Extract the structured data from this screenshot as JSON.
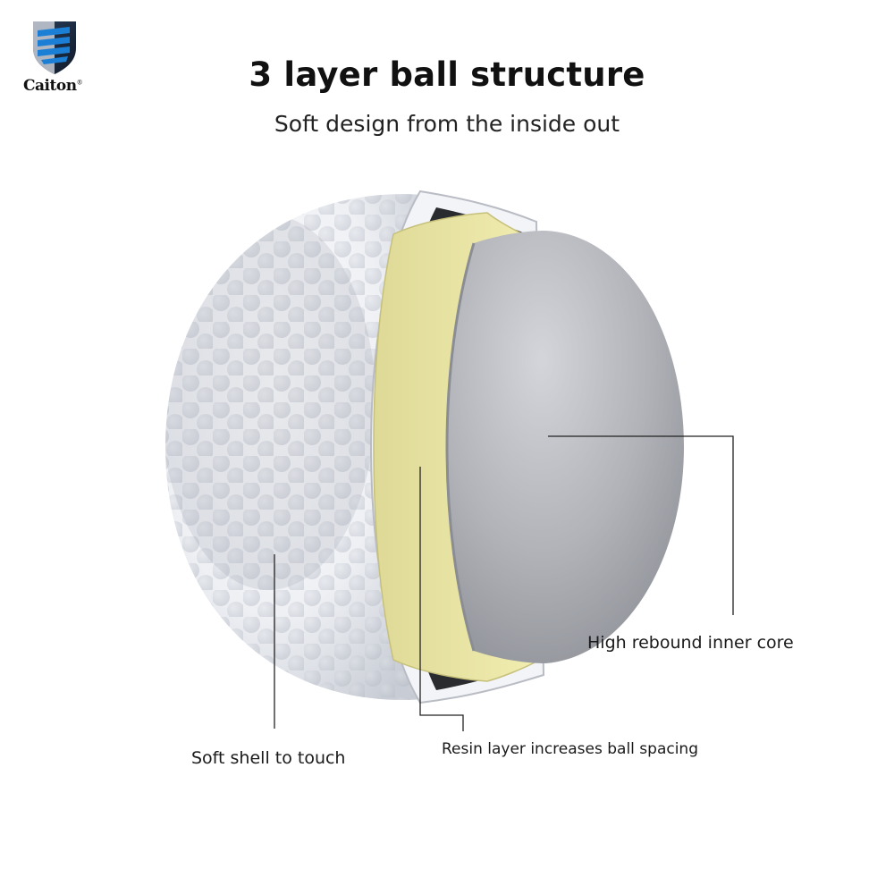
{
  "brand": {
    "logo_icon": "shield-stripes-icon",
    "name": "Caiton",
    "registered": "®",
    "accent_color": "#1c7fd6"
  },
  "header": {
    "title": "3 layer ball structure",
    "subtitle": "Soft design from the inside out"
  },
  "layers": {
    "core": {
      "label": "High rebound inner core",
      "color": "#a9abb1"
    },
    "resin": {
      "label": "Resin layer increases ball spacing",
      "color": "#ece8a3"
    },
    "shell": {
      "label": "Soft shell to touch",
      "color": "#f2f3f6"
    }
  }
}
